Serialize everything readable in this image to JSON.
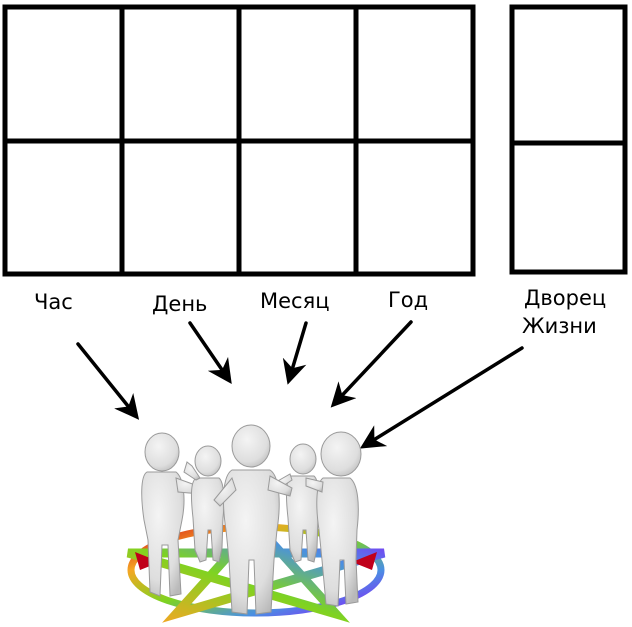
{
  "labels": {
    "hour": "Час",
    "day": "День",
    "month": "Месяц",
    "year": "Год",
    "life_palace_line1": "Дворец",
    "life_palace_line2": "Жизни"
  },
  "colors": {
    "grid_stroke": "#000000",
    "arrow": "#000000",
    "figure": "#e3e3e3",
    "figure_shade": "#bdbdbd",
    "pentagram": [
      "#d0021b",
      "#f5a623",
      "#7ed321",
      "#4a90e2",
      "#9013fe"
    ]
  },
  "pillar_grid": {
    "columns": 4,
    "rows": 2
  },
  "palace_grid": {
    "columns": 1,
    "rows": 2
  },
  "illustration": {
    "people_count": 5,
    "symbol": "pentagram-icon"
  }
}
